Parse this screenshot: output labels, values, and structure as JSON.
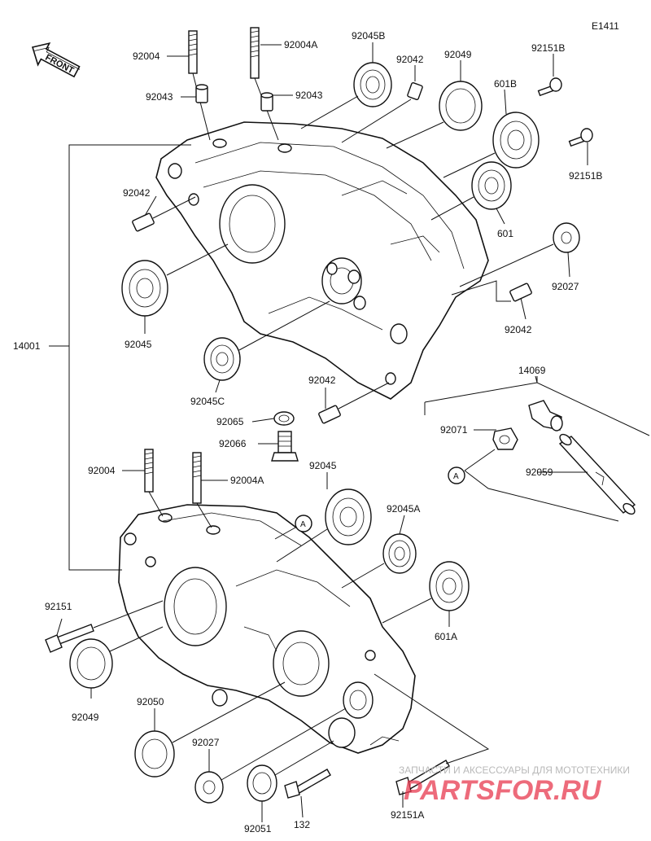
{
  "diagram_id": "E1411",
  "front_label": "FRONT",
  "callout_letter": "A",
  "labels": {
    "p92004_top": "92004",
    "p92004A_top": "92004A",
    "p92043_left": "92043",
    "p92043_right": "92043",
    "p92045B": "92045B",
    "p92042_top": "92042",
    "p92049_top": "92049",
    "p92151B_top": "92151B",
    "p601B": "601B",
    "p92151B_right": "92151B",
    "p92042_left": "92042",
    "p601": "601",
    "p92027_right": "92027",
    "p92045_upper": "92045",
    "p92042_right": "92042",
    "p14001": "14001",
    "p92045C": "92045C",
    "p92042_mid": "92042",
    "p14069": "14069",
    "p92065": "92065",
    "p92071": "92071",
    "p92066": "92066",
    "p92059": "92059",
    "p92004_bottom": "92004",
    "p92004A_bottom": "92004A",
    "p92045_lower": "92045",
    "p92045A": "92045A",
    "p601A": "601A",
    "p92151": "92151",
    "p92049_bottom": "92049",
    "p92050": "92050",
    "p92027_bottom": "92027",
    "p92051": "92051",
    "p132": "132",
    "p92151A": "92151A"
  },
  "watermark": {
    "caption": "ЗАПЧАСТИ И АКСЕССУАРЫ ДЛЯ МОТОТЕХНИКИ",
    "brand": "PARTSFOR.RU"
  },
  "colors": {
    "line": "#111111",
    "watermark_text": "#b9b9b9",
    "watermark_brand": "#e83a50"
  }
}
